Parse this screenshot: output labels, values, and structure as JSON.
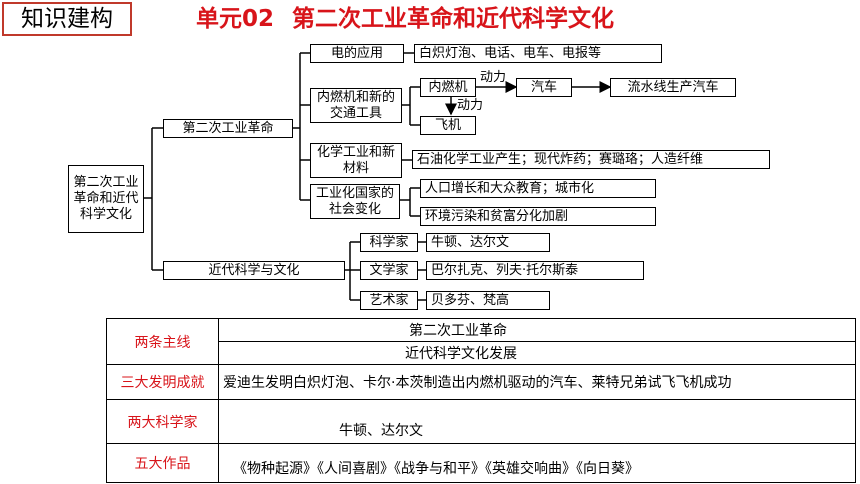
{
  "header": {
    "badge": "知识建构",
    "unit_label": "单元02",
    "unit_title": "第二次工业革命和近代科学文化"
  },
  "diagram": {
    "root": "第二次工业革命和近代科学文化",
    "branch1": "第二次工业革命",
    "branch1_children": {
      "electricity": "电的应用",
      "electricity_detail": "白炽灯泡、电话、电车、电报等",
      "combustion": "内燃机和新的交通工具",
      "engine": "内燃机",
      "power_label_1": "动力",
      "power_label_2": "动力",
      "car": "汽车",
      "assembly_car": "流水线生产汽车",
      "plane": "飞机",
      "chemical": "化学工业和新材料",
      "chemical_detail": "石油化学工业产生；现代炸药；赛璐珞；人造纤维",
      "social": "工业化国家的社会变化",
      "social_detail_1": "人口增长和大众教育；城市化",
      "social_detail_2": "环境污染和贫富分化加剧"
    },
    "branch2": "近代科学与文化",
    "branch2_children": {
      "scientists": "科学家",
      "scientists_detail": "牛顿、达尔文",
      "writers": "文学家",
      "writers_detail": "巴尔扎克、列夫·托尔斯泰",
      "artists": "艺术家",
      "artists_detail": "贝多芬、梵高"
    }
  },
  "summary": {
    "main_lines_label": "两条主线",
    "main_line_1": "第二次工业革命",
    "main_line_2": "近代科学文化发展",
    "inventions_label": "三大发明成就",
    "inventions": "爱迪生发明白炽灯泡、卡尔·本茨制造出内燃机驱动的汽车、莱特兄弟试飞飞机成功",
    "scientists_label": "两大科学家",
    "scientists": "牛顿、达尔文",
    "works_label": "五大作品",
    "works": "《物种起源》《人间喜剧》《战争与和平》《英雄交响曲》《向日葵》"
  },
  "colors": {
    "title_red": "#d8141a",
    "badge_border": "#c0392b",
    "line": "#000000"
  }
}
